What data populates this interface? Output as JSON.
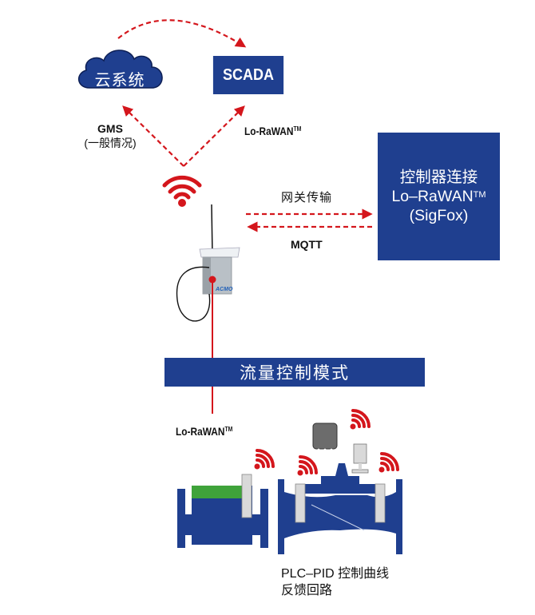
{
  "nodes": {
    "cloud": {
      "label": "云系统"
    },
    "scada": {
      "label": "SCADA"
    },
    "controller": {
      "line1": "控制器连接",
      "line2": "Lo–RaWAN",
      "line2_tm": "TM",
      "line3": "(SigFox)"
    },
    "mode_bar": {
      "label": "流量控制模式"
    }
  },
  "links": {
    "gms": {
      "line1": "GMS",
      "line2": "(一般情况)"
    },
    "lorawan_top": {
      "label": "Lo-RaWAN",
      "tm": "TM"
    },
    "gateway": {
      "label": "网关传输"
    },
    "mqtt": {
      "label": "MQTT"
    },
    "lorawan_bottom": {
      "label": "Lo-RaWAN",
      "tm": "TM"
    }
  },
  "devices": {
    "logger_brand": "ACMO",
    "valve_caption": {
      "line1": "PLC–PID 控制曲线",
      "line2": "反馈回路"
    }
  },
  "colors": {
    "brand_blue": "#1f3f8f",
    "signal_red": "#d4161c",
    "meter_green": "#3fa33a",
    "gray": "#d9d9d9"
  }
}
